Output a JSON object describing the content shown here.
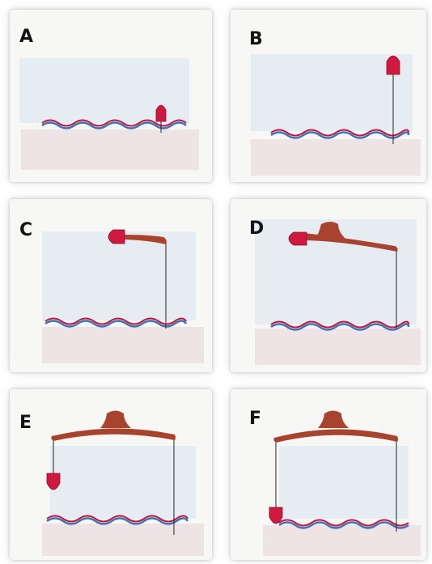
{
  "panels": [
    {
      "id": "a",
      "label": "A"
    },
    {
      "id": "b",
      "label": "B"
    },
    {
      "id": "c",
      "label": "C"
    },
    {
      "id": "d",
      "label": "D"
    },
    {
      "id": "e",
      "label": "E"
    },
    {
      "id": "f",
      "label": "F"
    }
  ],
  "colors": {
    "panel_background": "#f7f7f6",
    "sky_pencil": "#a9cfe6",
    "ground_pencil": "#d9b3bf",
    "wave_red": "#c2183b",
    "wave_blue": "#3f72b8",
    "flag_red": "#d1183f",
    "arch_red": "#a8432e",
    "label_text": "#141414",
    "line": "#222222"
  }
}
